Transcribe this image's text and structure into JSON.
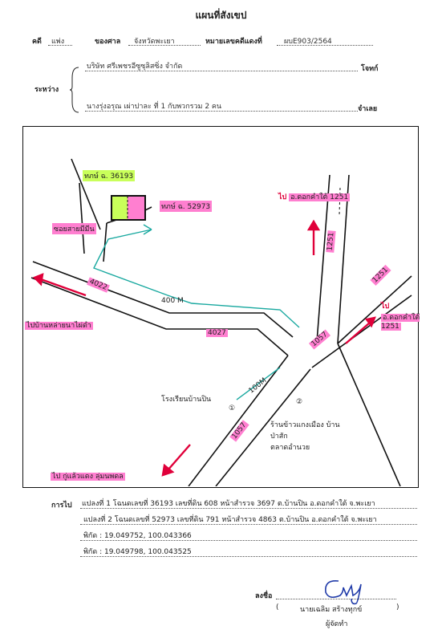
{
  "header": {
    "title": "แผนที่สังเขป",
    "case_label": "คดี",
    "case_type": "แพ่ง",
    "court_label": "ของศาล",
    "court_name": "จังหวัดพะเยา",
    "red_case_label": "หมายเลขคดีแดงที่",
    "red_case_number": "ผบE903/2564"
  },
  "parties": {
    "between_label": "ระหว่าง",
    "plaintiff": "บริษัท ศรีเพชรอีซูซุลิสซิ่ง  จำกัด",
    "plaintiff_role": "โจทก์",
    "defendant": "นางรุ่งอรุณ เผ่าปาละ ที่ 1 กับพวกรวม 2 คน",
    "defendant_role": "จำเลย"
  },
  "map": {
    "deed1_label": "ทภษ์ ฉ. 36193",
    "deed2_label": "ทภษ์ ฉ. 52973",
    "small_road_label": "ซอยสายมีมีน",
    "road_4022": "4022",
    "road_4027": "4027",
    "road_1251_top": "1251",
    "road_1251_right": "1251",
    "road_1057_right": "1057",
    "road_1057_bottom": "1057",
    "dist_400m": "400 M",
    "dist_100m": "100M",
    "to_label": "ไป",
    "dest_top": "อ.ดอกคำใต้ 1251",
    "dest_right": "อ.ดอกคำใต้ 1251",
    "dest_left": "ไปบ้านหล่ายนาไผ่ดำ",
    "dest_bottom": "ไป กู่แล้วแดง ลุ่มนพดล",
    "school_label": "โรงเรียนบ้านปิน",
    "market_label": "ร้านข้าวแกงเมือง บ้านป่าสัก",
    "market_label2": "ตลาดอำนวย",
    "marker_1": "①",
    "marker_2": "②"
  },
  "directions": {
    "label": "การไป",
    "parcel1": "แปลงที่ 1 โฉนดเลขที่ 36193 เลขที่ดิน 608 หน้าสำรวจ 3697 ต.บ้านปิน อ.ดอกคำใต้ จ.พะเยา",
    "parcel2": "แปลงที่ 2 โฉนดเลขที่ 52973 เลขที่ดิน 791 หน้าสำรวจ 4863 ต.บ้านปิน อ.ดอกคำใต้ จ.พะเยา",
    "coord1": "พิกัด :  19.049752, 100.043366",
    "coord2": "พิกัด :  19.049798, 100.043525"
  },
  "signature": {
    "sign_label": "ลงชื่อ",
    "name": "นายเฉลิม  สร้างทุกข์",
    "paren_open": "(",
    "paren_close": ")",
    "role": "ผู้จัดทำ"
  }
}
